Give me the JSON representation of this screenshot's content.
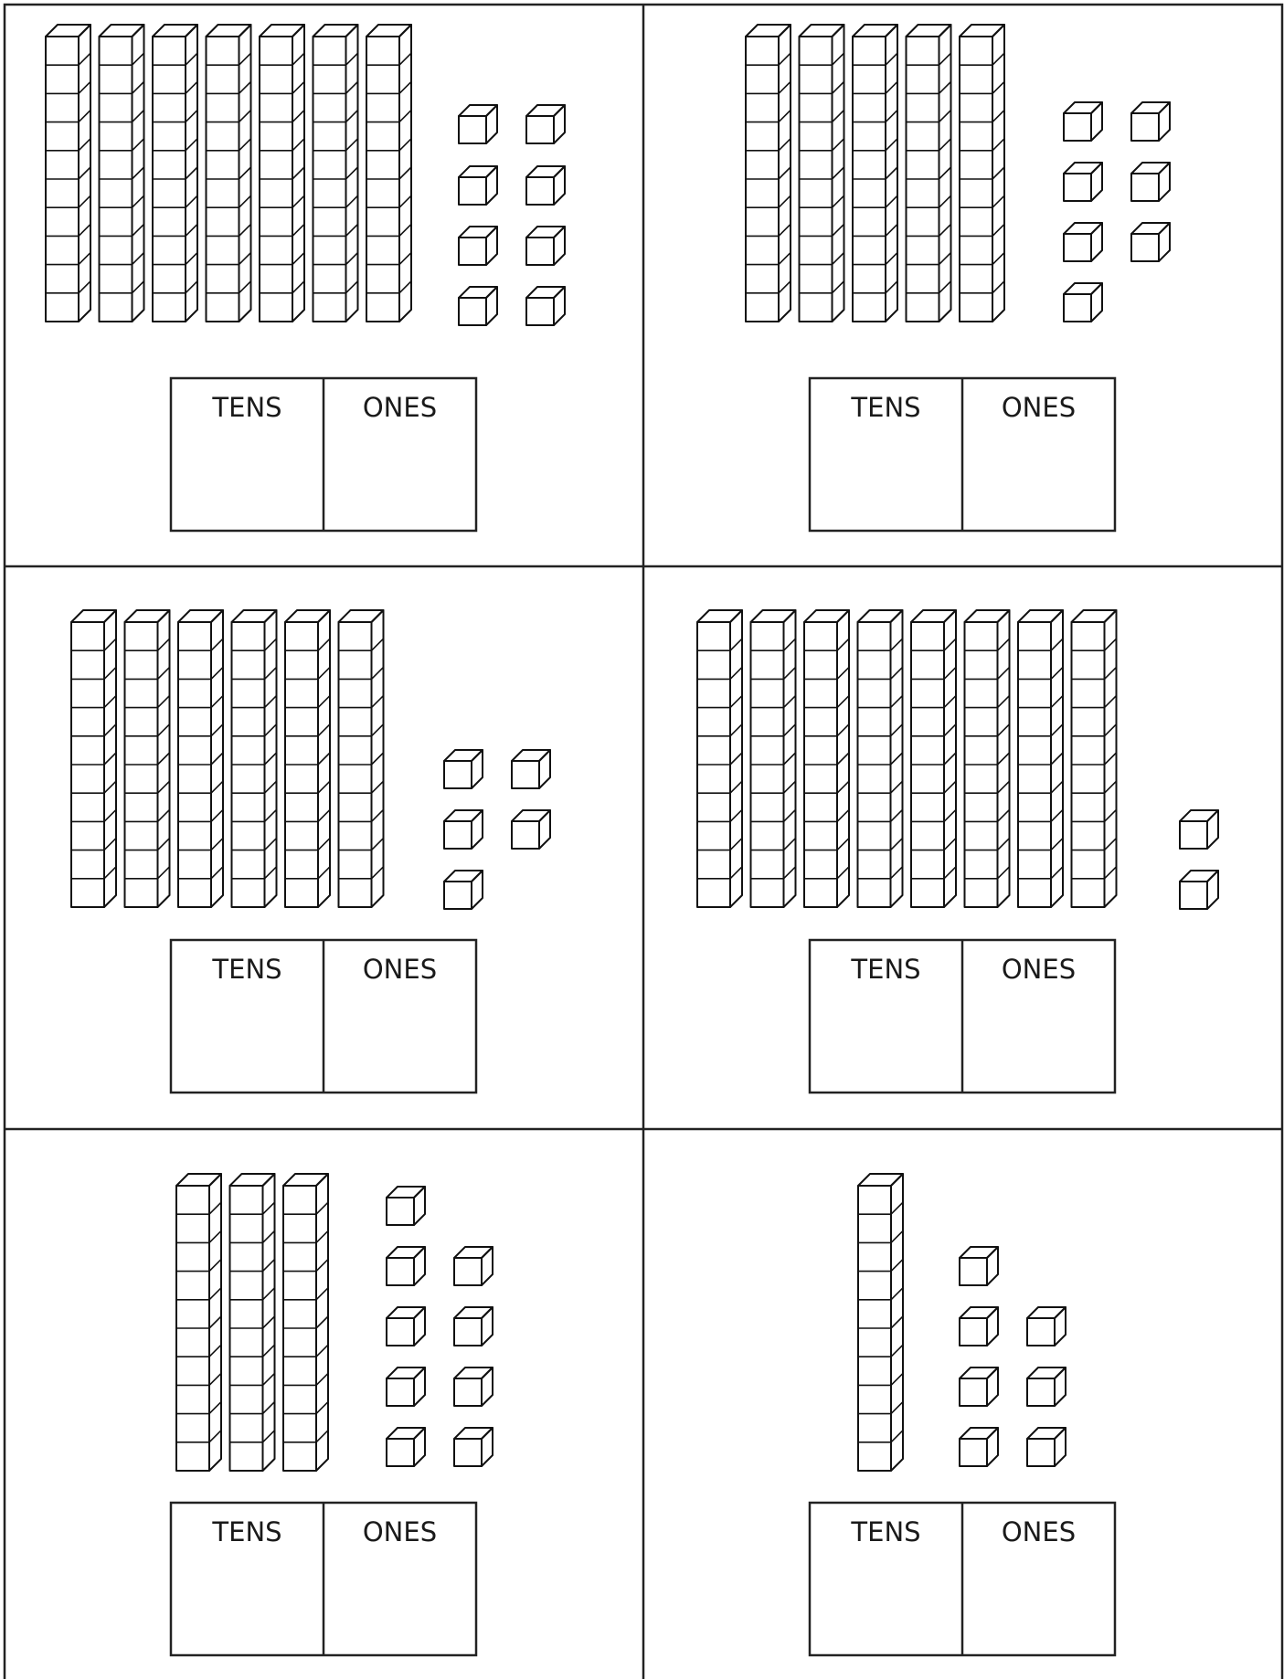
{
  "worksheet": {
    "tens_label": "TENS",
    "ones_label": "ONES",
    "problems": [
      {
        "tens_rods": 7,
        "ones_cubes": 8,
        "tens_answer": "",
        "ones_answer": ""
      },
      {
        "tens_rods": 5,
        "ones_cubes": 7,
        "tens_answer": "",
        "ones_answer": ""
      },
      {
        "tens_rods": 6,
        "ones_cubes": 5,
        "tens_answer": "",
        "ones_answer": ""
      },
      {
        "tens_rods": 8,
        "ones_cubes": 2,
        "tens_answer": "",
        "ones_answer": ""
      },
      {
        "tens_rods": 3,
        "ones_cubes": 9,
        "tens_answer": "",
        "ones_answer": ""
      },
      {
        "tens_rods": 1,
        "ones_cubes": 7,
        "tens_answer": "",
        "ones_answer": ""
      }
    ]
  }
}
